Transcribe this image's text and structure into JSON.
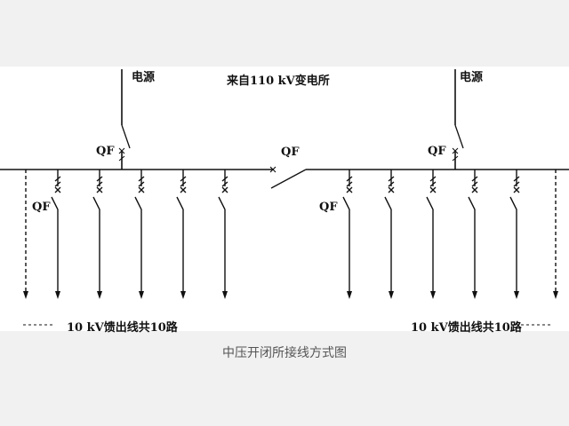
{
  "diagram": {
    "title_top": "来自110 kV变电所",
    "source_left": "电源",
    "source_right": "电源",
    "breaker_label": "QF",
    "feeder_note_left": "10 kV馈出线共10路",
    "feeder_note_right": "10 kV馈出线共10路",
    "caption": "中压开闭所接线方式图",
    "colors": {
      "line": "#111111",
      "panel": "#ffffff",
      "background": "#f1f1f1",
      "caption": "#555555"
    }
  }
}
